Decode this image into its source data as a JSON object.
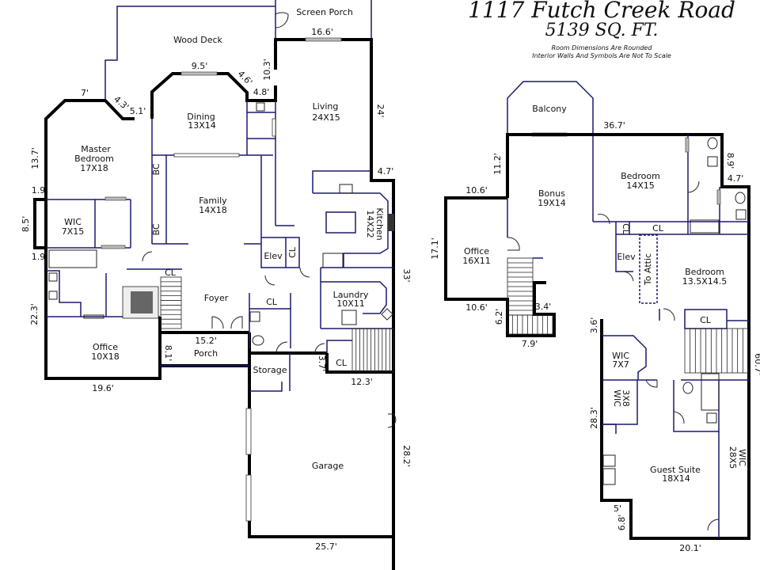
{
  "header": {
    "address": "1117 Futch Creek Road",
    "sqft": "5139 SQ. FT.",
    "note_1": "Room Dimensions Are Rounded",
    "note_2": "Interior Walls And Symbols Are Not To Scale"
  },
  "first_floor": {
    "rooms": {
      "screen_porch": {
        "name": "Screen Porch",
        "size": ""
      },
      "wood_deck": {
        "name": "Wood Deck",
        "size": ""
      },
      "dining": {
        "name": "Dining",
        "size": "13X14"
      },
      "living": {
        "name": "Living",
        "size": "24X15"
      },
      "master_bedroom": {
        "name_1": "Master",
        "name_2": "Bedroom",
        "size": "17X18"
      },
      "family": {
        "name": "Family",
        "size": "14X18"
      },
      "kitchen": {
        "name": "Kitchen",
        "size": "14X22"
      },
      "wic": {
        "name": "WIC",
        "size": "7X15"
      },
      "foyer": {
        "name": "Foyer"
      },
      "laundry": {
        "name": "Laundry",
        "size": "10X11"
      },
      "office": {
        "name": "Office",
        "size": "10X18"
      },
      "porch": {
        "name": "Porch"
      },
      "storage": {
        "name": "Storage"
      },
      "garage": {
        "name": "Garage"
      },
      "elev": {
        "name": "Elev"
      },
      "bc_1": {
        "name": "BC"
      },
      "bc_2": {
        "name": "BC"
      },
      "cl_1": {
        "name": "CL"
      },
      "cl_2": {
        "name": "CL"
      },
      "cl_3": {
        "name": "CL"
      },
      "cl_4": {
        "name": "CL"
      }
    },
    "dimensions": {
      "d_16_6": "16.6'",
      "d_10_3": "10.3'",
      "d_9_5": "9.5'",
      "d_4_6": "4.6'",
      "d_4_8": "4.8'",
      "d_7": "7'",
      "d_4_3": "4.3'",
      "d_5_1": "5.1'",
      "d_24": "24'",
      "d_13_7": "13.7'",
      "d_4_7": "4.7'",
      "d_1_9a": "1.9'",
      "d_8_5": "8.5'",
      "d_1_9b": "1.9'",
      "d_33": "33'",
      "d_22_3": "22.3'",
      "d_15_2": "15.2'",
      "d_8_1": "8.1'",
      "d_3_7": "3.7'",
      "d_19_6": "19.6'",
      "d_12_3": "12.3'",
      "d_28_2": "28.2'",
      "d_25_7": "25.7'"
    }
  },
  "second_floor": {
    "rooms": {
      "balcony": {
        "name": "Balcony"
      },
      "bonus": {
        "name": "Bonus",
        "size": "19X14"
      },
      "bedroom_1": {
        "name": "Bedroom",
        "size": "14X15"
      },
      "office": {
        "name": "Office",
        "size": "16X11"
      },
      "elev": {
        "name": "Elev"
      },
      "to_attic": {
        "name": "To Attic"
      },
      "bedroom_2": {
        "name": "Bedroom",
        "size": "13.5X14.5"
      },
      "wic_1": {
        "name": "WIC",
        "size": "7X7"
      },
      "wic_2": {
        "name": "WIC",
        "size": "3X8"
      },
      "wic_3": {
        "name": "WIC",
        "size": "28X5"
      },
      "guest_suite": {
        "name": "Guest Suite",
        "size": "18X14"
      },
      "cl_1": {
        "name": "CL"
      },
      "cl_2": {
        "name": "CL"
      },
      "cl_3": {
        "name": "CL"
      }
    },
    "dimensions": {
      "d_36_7": "36.7'",
      "d_11_2": "11.2'",
      "d_8_9": "8.9'",
      "d_4_7": "4.7'",
      "d_10_6a": "10.6'",
      "d_17_1": "17.1'",
      "d_10_6b": "10.6'",
      "d_3_4": "3.4'",
      "d_6_2": "6.2'",
      "d_7_9": "7.9'",
      "d_3_6": "3.6'",
      "d_60_7": "60.7'",
      "d_28_3": "28.3'",
      "d_5": "5'",
      "d_6_8": "6.8'",
      "d_20_1": "20.1'"
    }
  }
}
